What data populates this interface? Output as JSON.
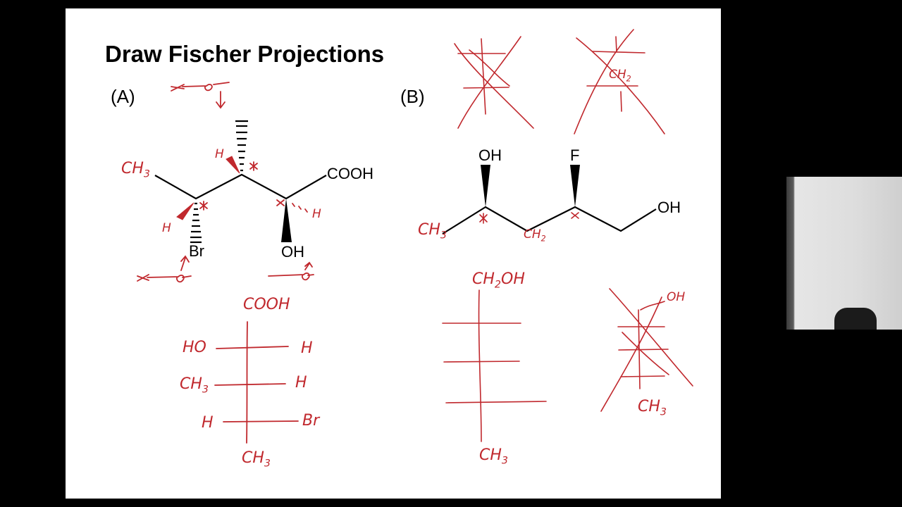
{
  "slide": {
    "title": "Draw Fischer Projections",
    "part_a_label": "(A)",
    "part_b_label": "(B)"
  },
  "molecule_a": {
    "carboxyl": "COOH",
    "bromo": "Br",
    "hydroxyl": "OH"
  },
  "molecule_b": {
    "hydroxyl_top": "OH",
    "fluoro": "F",
    "hydroxyl_end": "OH"
  },
  "annotations_a": {
    "methyl_left": "CH",
    "methyl_left_sub": "3",
    "h_upper": "H",
    "h_left": "H",
    "h_right": "H",
    "fischer_top": "COOH",
    "row1_left": "HO",
    "row1_right": "H",
    "row2_left": "CH",
    "row2_left_sub": "3",
    "row2_right": "H",
    "row3_left": "H",
    "row3_right": "Br",
    "fischer_bottom": "CH",
    "fischer_bottom_sub": "3"
  },
  "annotations_b": {
    "sketch_ch2": "CH",
    "sketch_ch2_sub": "2",
    "methyl_left": "CH",
    "methyl_left_sub": "3",
    "ch2_mid": "CH",
    "ch2_mid_sub": "2",
    "fischer_top": "CH",
    "fischer_top_sub": "2",
    "fischer_top_suffix": "OH",
    "fischer_bottom": "CH",
    "fischer_bottom_sub": "3",
    "sketch_oh": "OH",
    "sketch_ch3": "CH",
    "sketch_ch3_sub": "3"
  },
  "colors": {
    "ink": "#000000",
    "annotation_red": "#c0282d",
    "slide_background": "#ffffff",
    "frame_background": "#000000"
  },
  "icons": {
    "webcam": "presenter-webcam-feed"
  }
}
